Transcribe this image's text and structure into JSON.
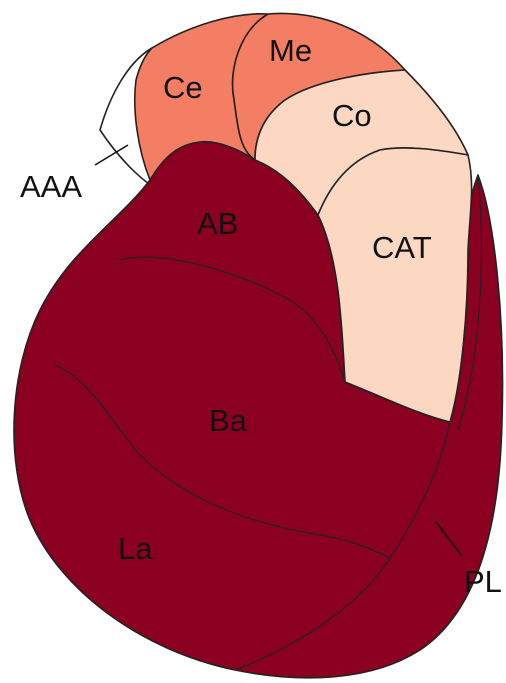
{
  "colors": {
    "dark_nuclei": "#8b0020",
    "central": "#f47e63",
    "medial": "#f47e63",
    "cortical": "#fcd7c1",
    "outline": "#222222",
    "background": "#ffffff"
  },
  "labels": {
    "ce": "Ce",
    "me": "Me",
    "co": "Co",
    "cat": "CAT",
    "ab": "AB",
    "ba": "Ba",
    "la": "La",
    "aaa": "AAA",
    "pl": "PL"
  }
}
